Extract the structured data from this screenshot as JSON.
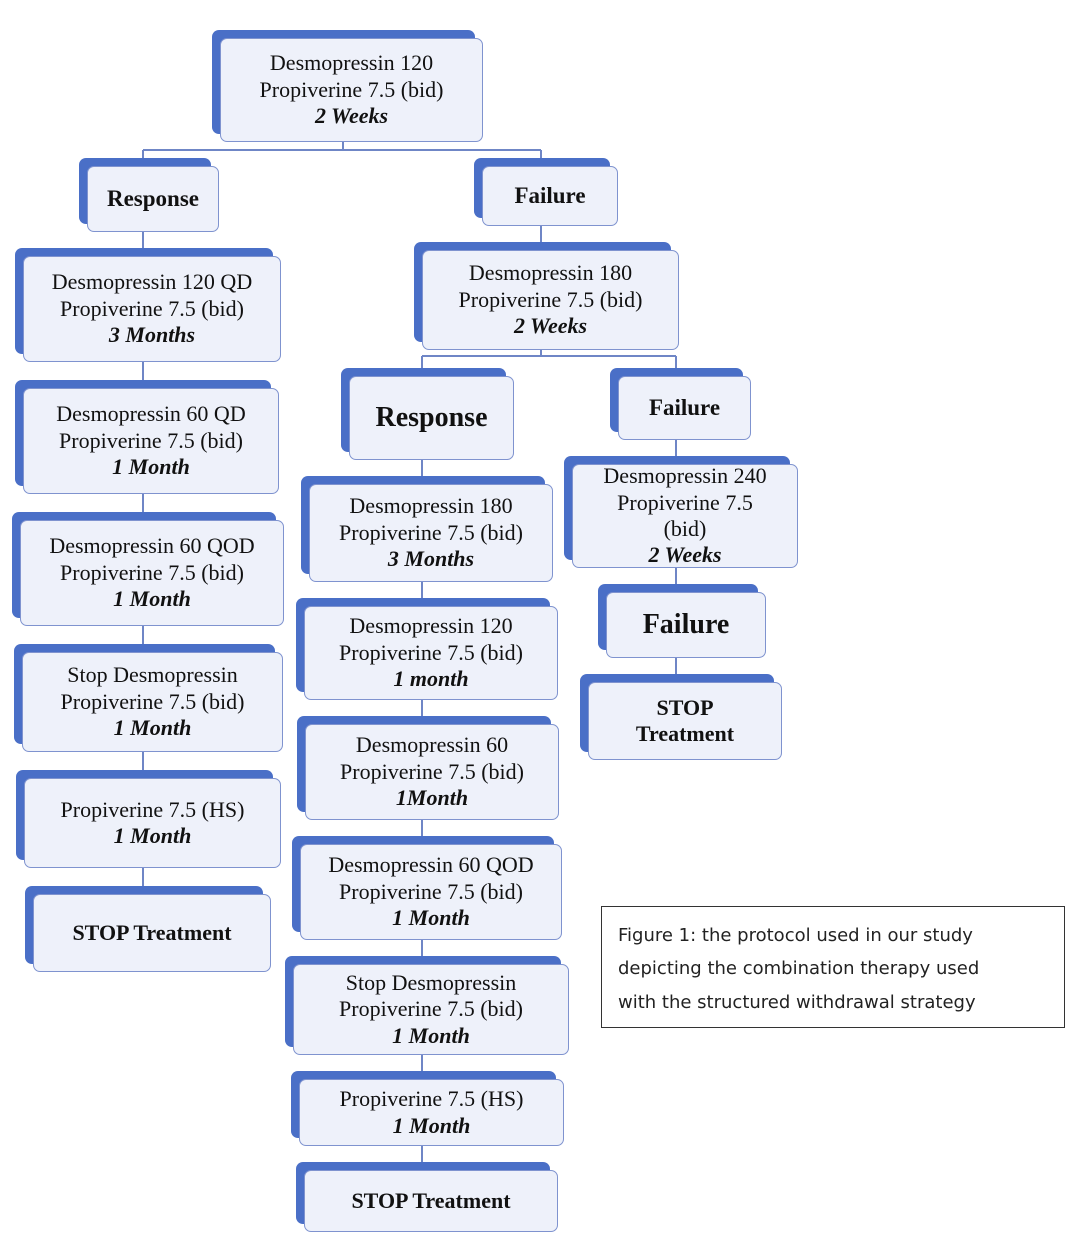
{
  "top": {
    "line1": "Desmopressin 120",
    "line2": "Propiverine  7.5 (bid)",
    "duration": "2 Weeks"
  },
  "left_branch": {
    "label": "Response",
    "steps": [
      {
        "line1": "Desmopressin 120  QD",
        "line2": "Propiverine  7.5 (bid)",
        "duration": "3 Months"
      },
      {
        "line1": "Desmopressin 60  QD",
        "line2": "Propiverine  7.5 (bid)",
        "duration": "1 Month"
      },
      {
        "line1": "Desmopressin 60  QOD",
        "line2": "Propiverine  7.5 (bid)",
        "duration": "1 Month"
      },
      {
        "line1": "Stop Desmopressin",
        "line2": "Propiverine  7.5 (bid)",
        "duration": "1 Month"
      },
      {
        "line1": "Propiverine  7.5 (HS)",
        "duration": "1 Month"
      }
    ],
    "stop": "STOP Treatment"
  },
  "right_branch": {
    "label": "Failure",
    "step": {
      "line1": "Desmopressin 180",
      "line2": "Propiverine  7.5 (bid)",
      "duration": "2 Weeks"
    },
    "response": {
      "label": "Response",
      "steps": [
        {
          "line1": "Desmopressin 180",
          "line2": "Propiverine  7.5 (bid)",
          "duration": "3 Months"
        },
        {
          "line1": "Desmopressin 120",
          "line2": "Propiverine  7.5 (bid)",
          "duration": "1 month"
        },
        {
          "line1": "Desmopressin 60",
          "line2": "Propiverine  7.5 (bid)",
          "duration": "1Month"
        },
        {
          "line1": "Desmopressin 60  QOD",
          "line2": "Propiverine  7.5 (bid)",
          "duration": "1 Month"
        },
        {
          "line1": "Stop Desmopressin",
          "line2": "Propiverine  7.5 (bid)",
          "duration": "1 Month"
        },
        {
          "line1": "Propiverine  7.5 (HS)",
          "duration": "1 Month"
        }
      ],
      "stop": "STOP Treatment"
    },
    "failure": {
      "label": "Failure",
      "step": {
        "line1": "Desmopressin 240",
        "line2": "Propiverine  7.5",
        "line3": "(bid)",
        "duration": "2 Weeks"
      },
      "final_label": "Failure",
      "stop_line1": "STOP",
      "stop_line2": "Treatment"
    }
  },
  "caption": {
    "line1": "Figure 1: the protocol used in our study",
    "line2": "depicting the combination therapy used",
    "line3": "with the structured withdrawal strategy"
  }
}
